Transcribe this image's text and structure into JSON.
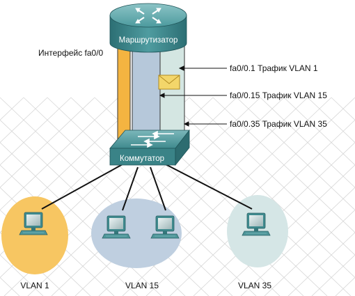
{
  "router": {
    "label": "Маршрутизатор"
  },
  "switch": {
    "label": "Коммутатор"
  },
  "interface_label": "Интерфейс fa0/0",
  "subinterfaces": [
    {
      "label": "fa0/0.1 Трафик VLAN 1"
    },
    {
      "label": "fa0/0.15 Трафик VLAN 15"
    },
    {
      "label": "fa0/0.35 Трафик VLAN 35"
    }
  ],
  "vlans": [
    {
      "label": "VLAN 1",
      "color": "#f7c662"
    },
    {
      "label": "VLAN 15",
      "color": "#bfcfe0"
    },
    {
      "label": "VLAN 35",
      "color": "#d5e6e6"
    }
  ],
  "colors": {
    "device_teal": "#3f8a8e",
    "trunk_orange": "#f4b441",
    "trunk_blue": "#b6c8da",
    "trunk_green": "#d4e6e2",
    "envelope": "#f3d66a",
    "grid": "#d6d6d6"
  },
  "icons": [
    "router-icon",
    "switch-icon",
    "envelope-icon",
    "computer-icon"
  ]
}
